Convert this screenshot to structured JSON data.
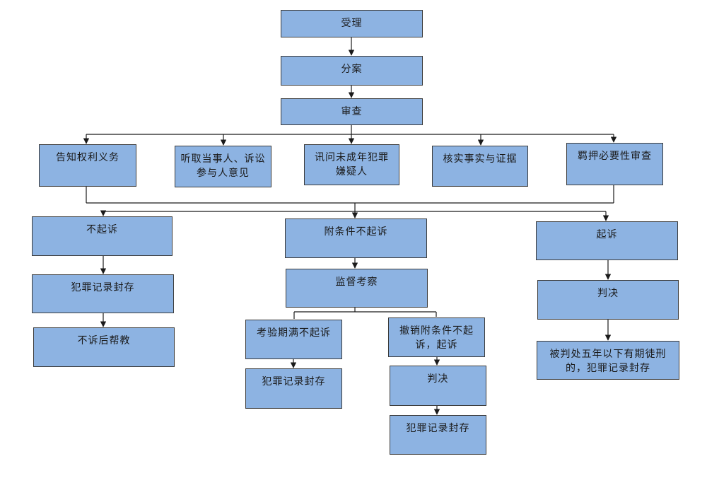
{
  "nodes": {
    "accept": "受理",
    "assign": "分案",
    "review": "审查",
    "inform_rights": "告知权利义务",
    "hear_opinions": "听取当事人、诉讼参与人意见",
    "interrogate_minor": "讯问未成年犯罪嫌疑人",
    "verify_facts": "核实事实与证据",
    "detention_review": "羁押必要性审查",
    "no_prosecution": "不起诉",
    "record_seal_1": "犯罪记录封存",
    "post_help": "不诉后帮教",
    "conditional_no_prosecution": "附条件不起诉",
    "supervision": "监督考察",
    "probation_expired": "考验期满不起诉",
    "record_seal_2": "犯罪记录封存",
    "revoke_and_prosecute": "撤销附条件不起诉，起诉",
    "judgment_2": "判决",
    "record_seal_3": "犯罪记录封存",
    "prosecute": "起诉",
    "judgment": "判决",
    "sentence_seal": "被判处五年以下有期徒刑的，犯罪记录封存"
  }
}
